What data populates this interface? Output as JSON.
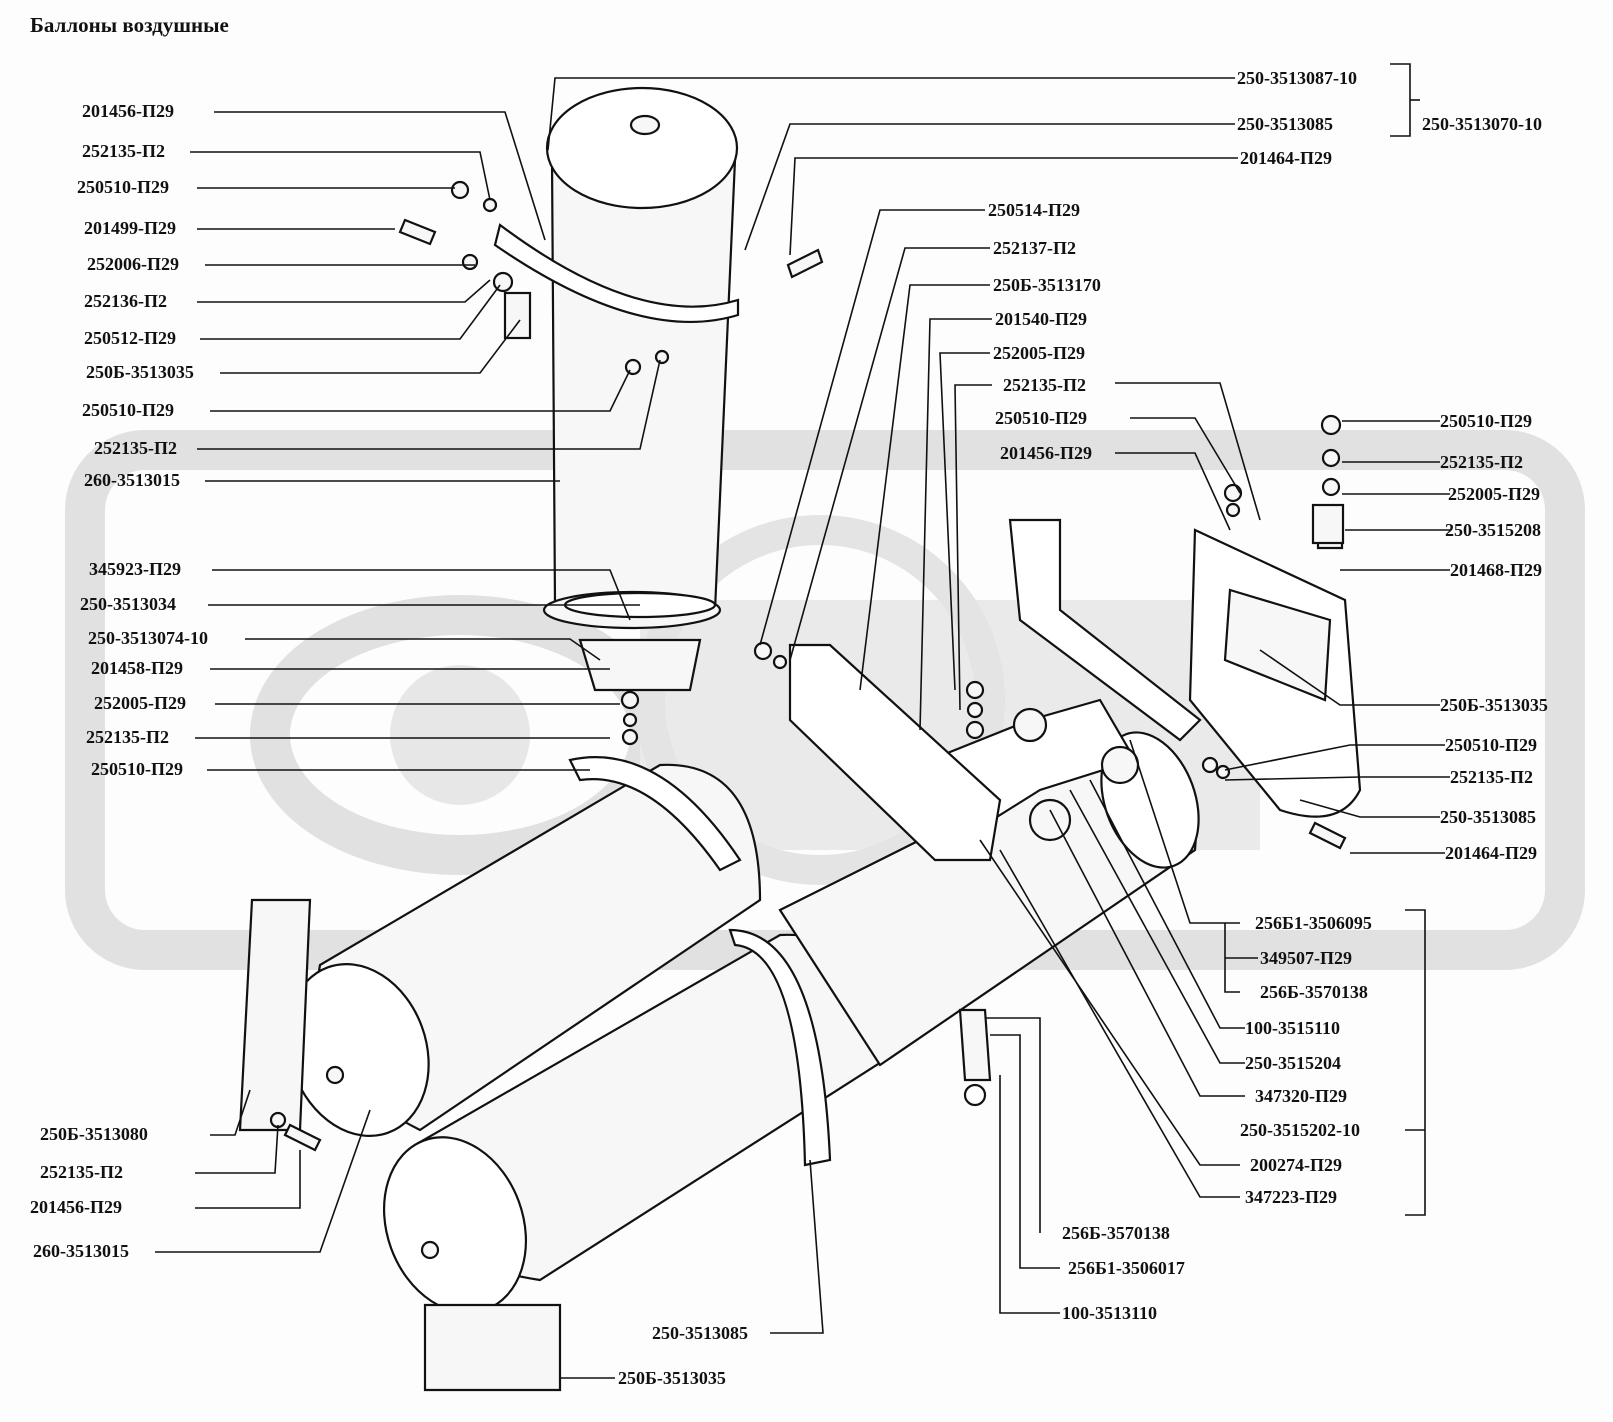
{
  "title": "Баллоны воздушные",
  "left_labels": [
    "201456-П29",
    "252135-П2",
    "250510-П29",
    "201499-П29",
    "252006-П29",
    "252136-П2",
    "250512-П29",
    "250Б-3513035",
    "250510-П29",
    "252135-П2",
    "260-3513015",
    "345923-П29",
    "250-3513034",
    "250-3513074-10",
    "201458-П29",
    "252005-П29",
    "252135-П2",
    "250510-П29",
    "250Б-3513080",
    "252135-П2",
    "201456-П29",
    "260-3513015"
  ],
  "top_right_labels": [
    "250-3513087-10",
    "250-3513085",
    "250-3513070-10",
    "201464-П29"
  ],
  "center_labels": [
    "250514-П29",
    "252137-П2",
    "250Б-3513170",
    "201540-П29",
    "252005-П29",
    "252135-П2",
    "250510-П29",
    "201456-П29"
  ],
  "right_labels": [
    "250510-П29",
    "252135-П2",
    "252005-П29",
    "250-3515208",
    "201468-П29",
    "250Б-3513035",
    "250510-П29",
    "252135-П2",
    "250-3513085",
    "201464-П29"
  ],
  "valve_labels": [
    "256Б1-3506095",
    "349507-П29",
    "256Б-3570138",
    "100-3515110",
    "250-3515204",
    "347320-П29",
    "250-3515202-10",
    "200274-П29",
    "347223-П29"
  ],
  "bottom_labels": [
    "256Б-3570138",
    "256Б1-3506017",
    "100-3513110",
    "250-3513085",
    "250Б-3513035"
  ]
}
